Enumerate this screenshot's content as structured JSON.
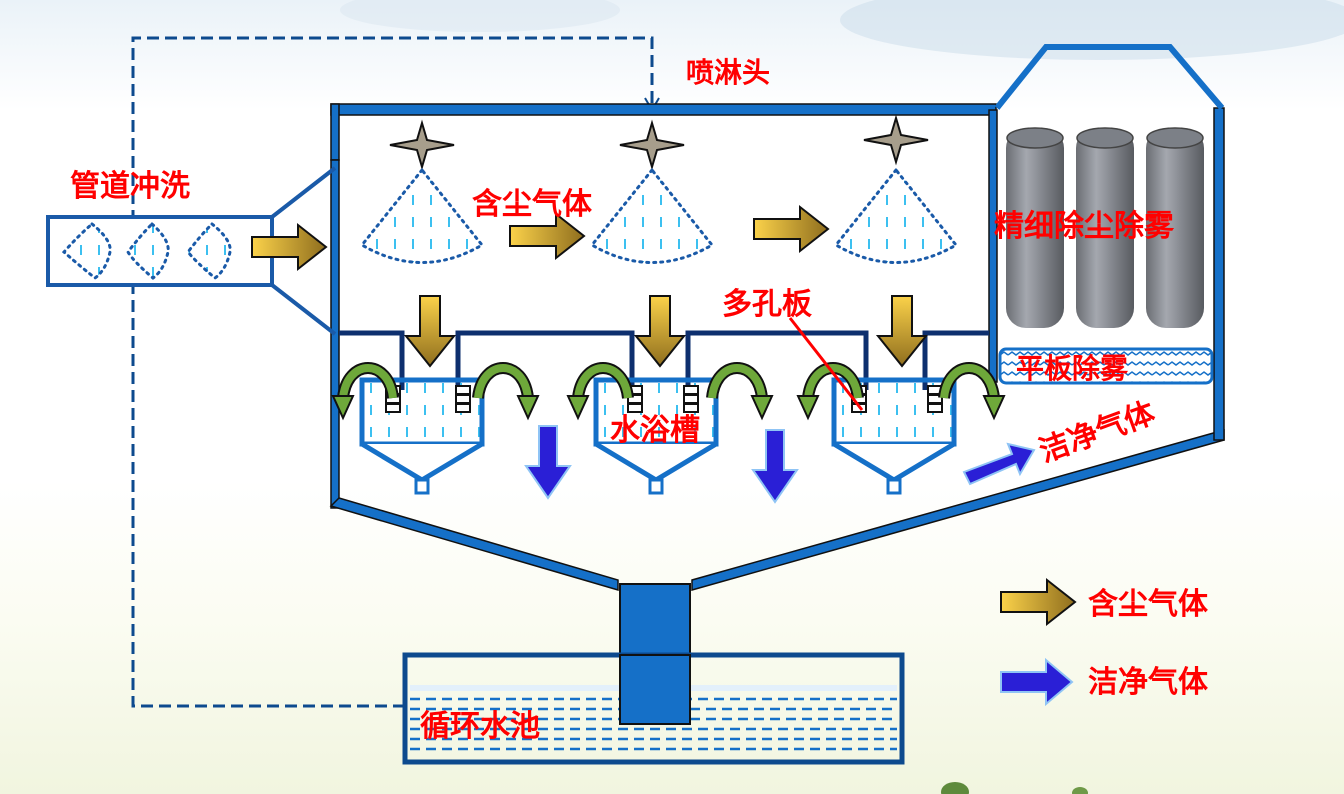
{
  "labels": {
    "pipe_flush": "管道冲洗",
    "spray_head": "喷淋头",
    "dusty_gas_inline": "含尘气体",
    "fine_dust_removal": "精细除尘除雾",
    "perforated_plate": "多孔板",
    "plate_demister": "平板除雾",
    "water_bath_tank": "水浴槽",
    "clean_gas_inline": "洁净气体",
    "circulation_pool": "循环水池"
  },
  "legend": [
    {
      "label": "含尘气体",
      "icon": "gold-arrow-icon",
      "color": "#d4a52a"
    },
    {
      "label": "洁净气体",
      "icon": "blue-arrow-icon",
      "color": "#2a1fd6"
    }
  ],
  "colors": {
    "structure": "#1570c8",
    "dark_structure": "#0d2f6e",
    "label_red": "#ff0000",
    "dusty_gas": "#d4a52a",
    "clean_gas": "#2a1fd6",
    "overflow_green": "#6ea83a",
    "water_dash": "#3cc0f0"
  }
}
